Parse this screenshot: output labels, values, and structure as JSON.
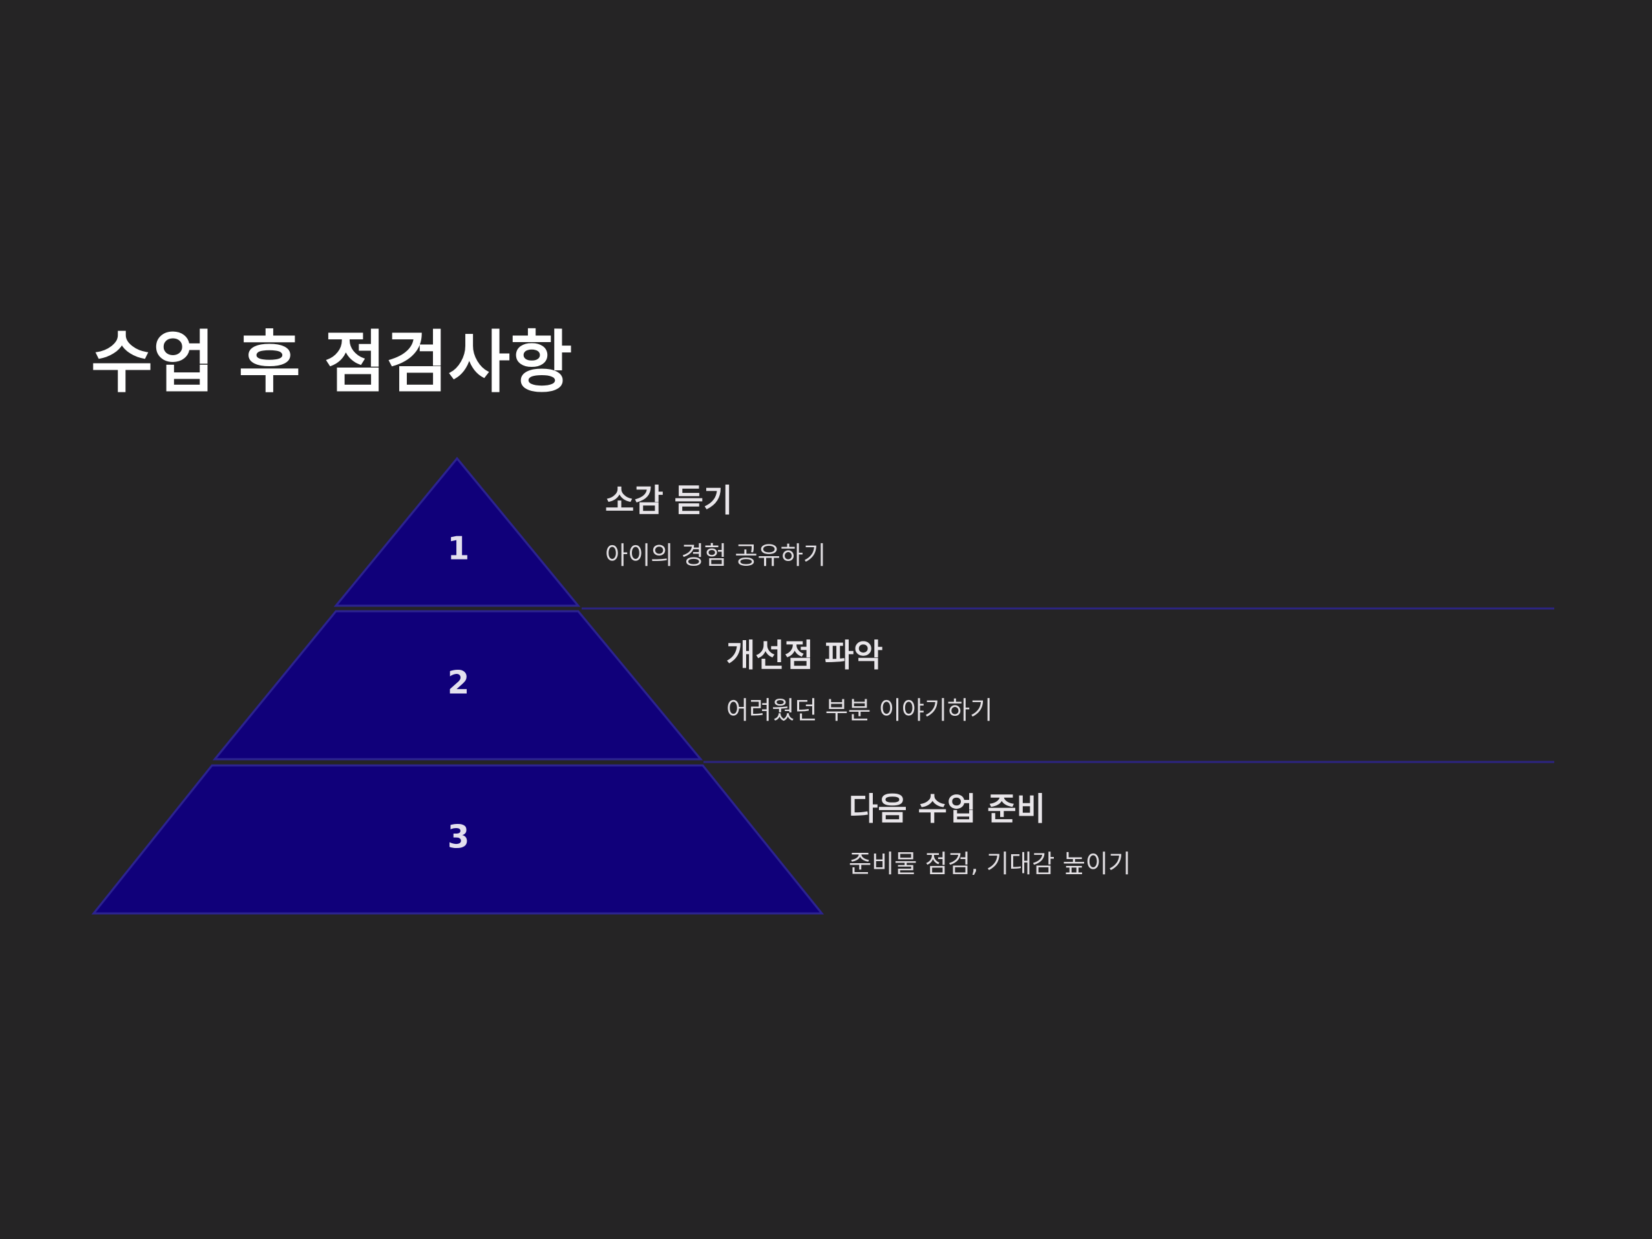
{
  "title": "수업 후 점검사항",
  "colors": {
    "background": "#252425",
    "pyramid_fill": "#10007a",
    "pyramid_stroke": "#2c2390",
    "divider": "#2c2480",
    "title_text": "#ffffff",
    "body_text": "#e2dfe3"
  },
  "levels": [
    {
      "number": "1",
      "title": "소감 듣기",
      "description": "아이의 경험 공유하기"
    },
    {
      "number": "2",
      "title": "개선점 파악",
      "description": "어려웠던 부분 이야기하기"
    },
    {
      "number": "3",
      "title": "다음 수업 준비",
      "description": "준비물 점검, 기대감 높이기"
    }
  ]
}
